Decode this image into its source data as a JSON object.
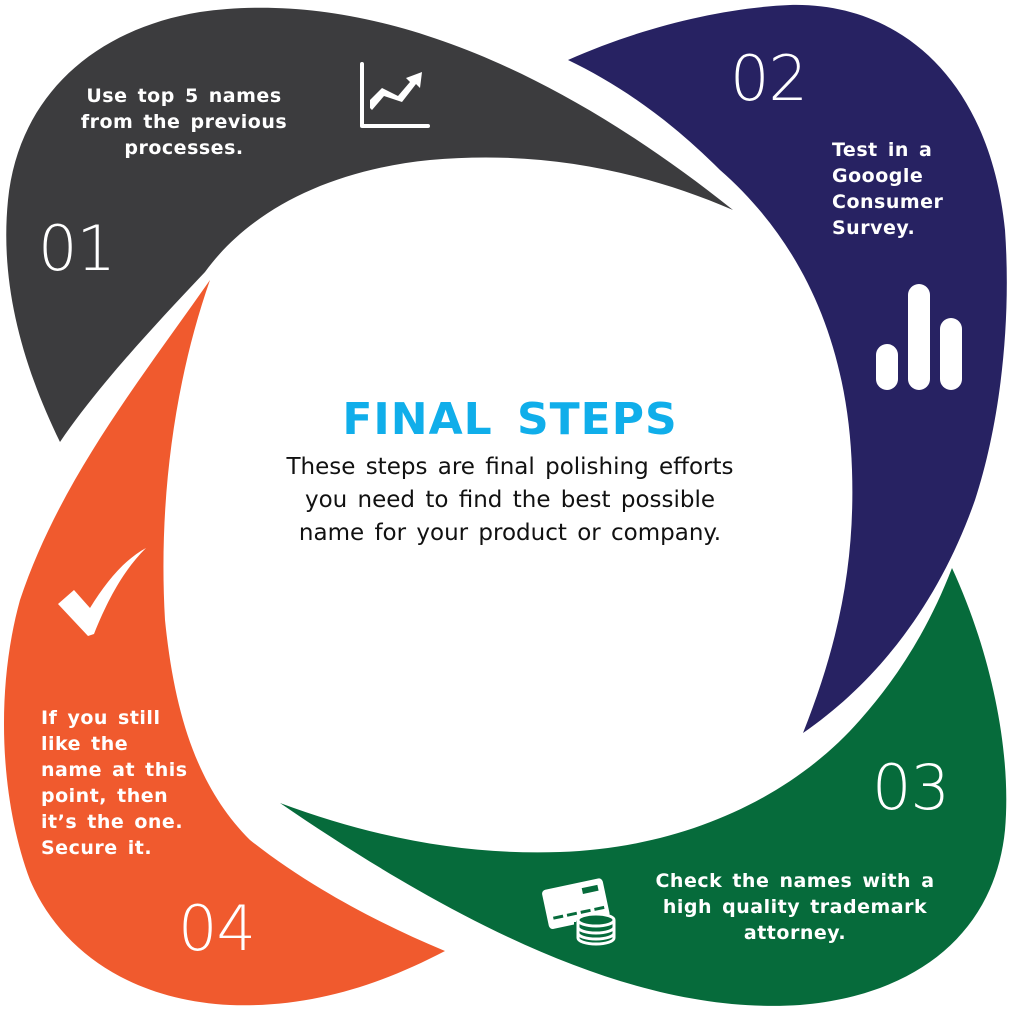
{
  "colors": {
    "step1": "#3c3c3e",
    "step2": "#272262",
    "step3": "#066b3b",
    "step4": "#f05a2e",
    "title": "#10aeea",
    "icon": "#ffffff"
  },
  "center": {
    "title": "FINAL STEPS",
    "description": "These steps are final polishing efforts you need to find the best possible name for your product or company."
  },
  "steps": [
    {
      "number": "01",
      "text_lines": [
        "Use top 5 names",
        "from the previous",
        "processes."
      ],
      "icon": "line-chart-trending-up-icon"
    },
    {
      "number": "02",
      "text_lines": [
        "Test in a",
        "Gooogle",
        "Consumer",
        "Survey."
      ],
      "icon": "bar-chart-icon"
    },
    {
      "number": "03",
      "text_lines": [
        "Check the names with a",
        "high quality trademark",
        "attorney."
      ],
      "icon": "credit-card-coins-icon"
    },
    {
      "number": "04",
      "text_lines": [
        "If you still",
        "like the",
        "name at this",
        "point, then",
        "it’s the one.",
        "Secure it."
      ],
      "icon": "checkmark-icon"
    }
  ]
}
